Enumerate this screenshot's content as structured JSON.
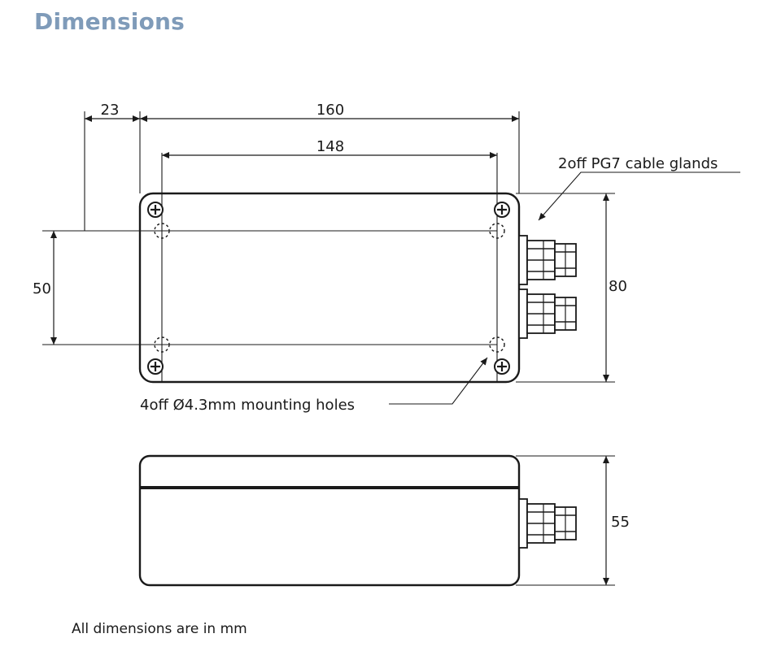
{
  "title": "Dimensions",
  "dimensions": {
    "offset_left": "23",
    "overall_length": "160",
    "hole_spacing_length": "148",
    "hole_spacing_width": "50",
    "overall_width": "80",
    "height": "55"
  },
  "callouts": {
    "cable_glands": "2off PG7 cable glands",
    "mounting_holes": "4off Ø4.3mm mounting holes"
  },
  "footnote": "All dimensions are in mm"
}
